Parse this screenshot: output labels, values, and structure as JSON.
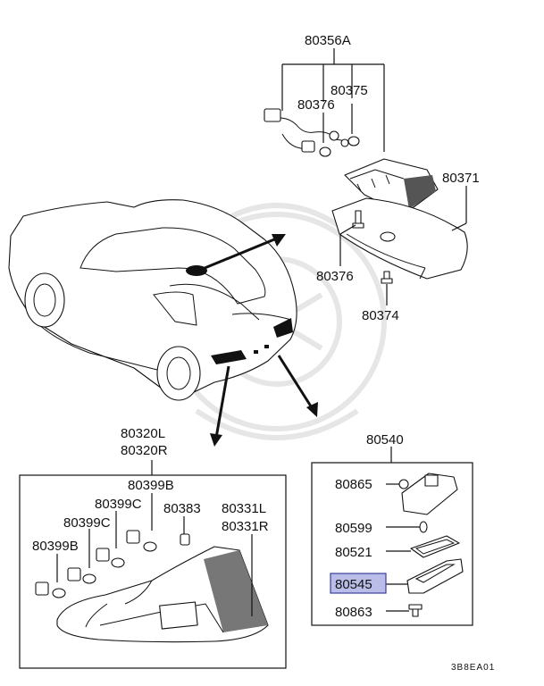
{
  "labels": {
    "p80356A": "80356A",
    "p80375": "80375",
    "p80376_top": "80376",
    "p80371": "80371",
    "p80376_mid": "80376",
    "p80374": "80374",
    "p80320L": "80320L",
    "p80320R": "80320R",
    "p80540": "80540",
    "p80399B_top": "80399B",
    "p80399C_top": "80399C",
    "p80383": "80383",
    "p80331L": "80331L",
    "p80331R": "80331R",
    "p80399C_mid": "80399C",
    "p80399B_left": "80399B",
    "p80865": "80865",
    "p80599": "80599",
    "p80521": "80521",
    "p80545": "80545",
    "p80863": "80863"
  },
  "highlight": {
    "part": "80545",
    "color": "#b9bde8"
  },
  "diagram_code": "3B8EA01"
}
